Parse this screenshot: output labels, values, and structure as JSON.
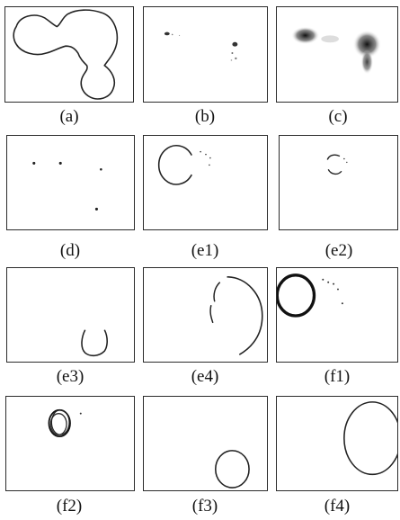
{
  "figure": {
    "captions": {
      "a": "(a)",
      "b": "(b)",
      "c": "(c)",
      "d": "(d)",
      "e1": "(e1)",
      "e2": "(e2)",
      "e3": "(e3)",
      "e4": "(e4)",
      "f1": "(f1)",
      "f2": "(f2)",
      "f3": "(f3)",
      "f4": "(f4)"
    }
  }
}
